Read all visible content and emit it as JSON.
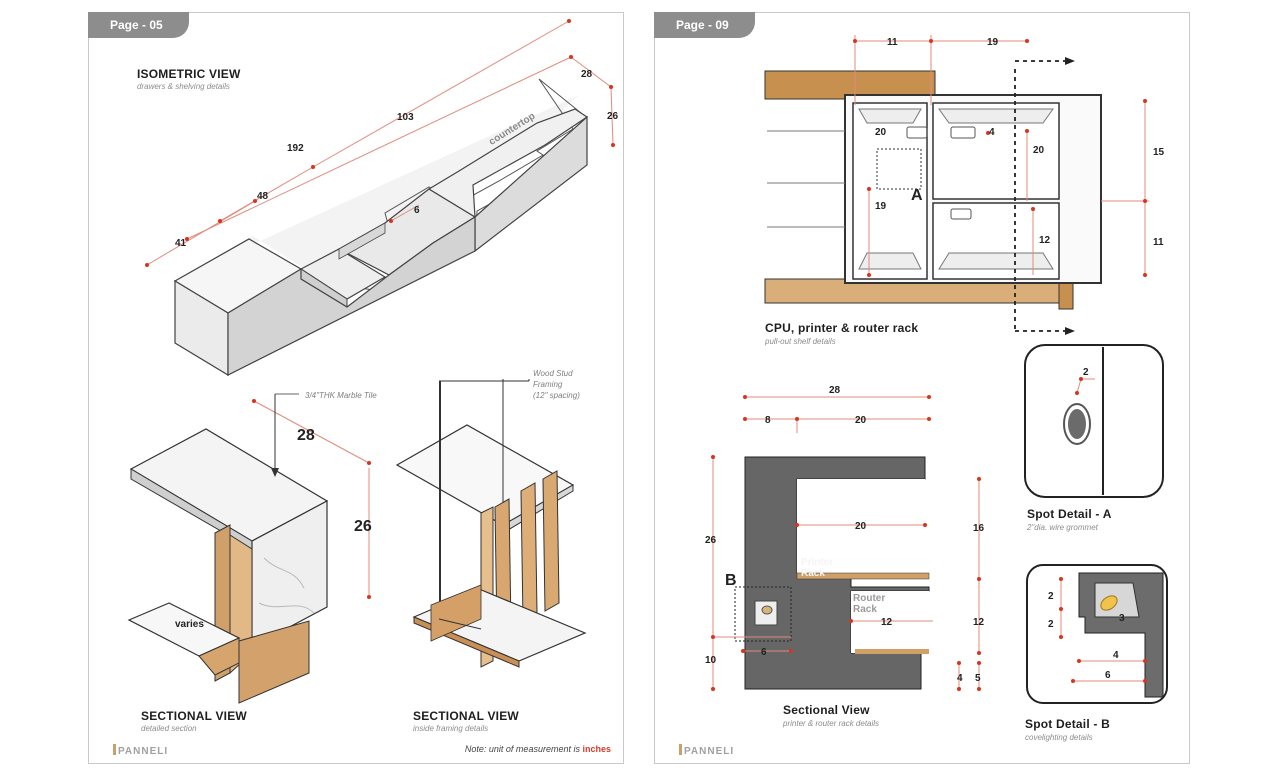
{
  "left_page": {
    "tab": "Page - 05",
    "iso_title": "ISOMETRIC VIEW",
    "iso_subtitle": "drawers & shelving details",
    "countertop": "countertop",
    "dims": {
      "d103": "103",
      "d192": "192",
      "d48": "48",
      "d41": "41",
      "d6": "6",
      "d28": "28",
      "d26": "26"
    },
    "sec1_title": "SECTIONAL VIEW",
    "sec1_subtitle": "detailed section",
    "sec1_note": "3/4\"THK Marble Tile",
    "sec1_d28": "28",
    "sec1_d26": "26",
    "sec1_varies": "varies",
    "sec2_title": "SECTIONAL VIEW",
    "sec2_subtitle": "inside framing details",
    "sec2_note_1": "Wood Stud",
    "sec2_note_2": "Framing",
    "sec2_note_3": "(12\" spacing)",
    "logo": "PANNELI",
    "note_prefix": "Note: unit of measurement is",
    "note_unit": "inches"
  },
  "right_page": {
    "tab": "Page - 09",
    "rack_title": "CPU, printer & router rack",
    "rack_subtitle": "pull-out shelf details",
    "rack_dims": {
      "d11": "11",
      "d19a": "19",
      "d20a": "20",
      "d20b": "20",
      "d4": "4",
      "d19b": "19",
      "d12": "12",
      "d15": "15",
      "d11b": "11",
      "A": "A"
    },
    "sec_title": "Sectional View",
    "sec_subtitle": "printer & router rack details",
    "sec_dims": {
      "d28": "28",
      "d8": "8",
      "d20": "20",
      "d26": "26",
      "d20in": "20",
      "d16": "16",
      "d12": "12",
      "d12in": "12",
      "d10": "10",
      "d6": "6",
      "d4": "4",
      "d5": "5",
      "B": "B"
    },
    "printer_rack": "Printer Rack",
    "router_rack": "Router Rack",
    "spotA_title": "Spot Detail - A",
    "spotA_subtitle": "2\"dia. wire grommet",
    "spotA_d2": "2",
    "spotB_title": "Spot Detail - B",
    "spotB_subtitle": "covelighting details",
    "spotB_dims": {
      "d2a": "2",
      "d2b": "2",
      "d3": "3",
      "d4": "4",
      "d6": "6"
    },
    "logo": "PANNELI"
  }
}
